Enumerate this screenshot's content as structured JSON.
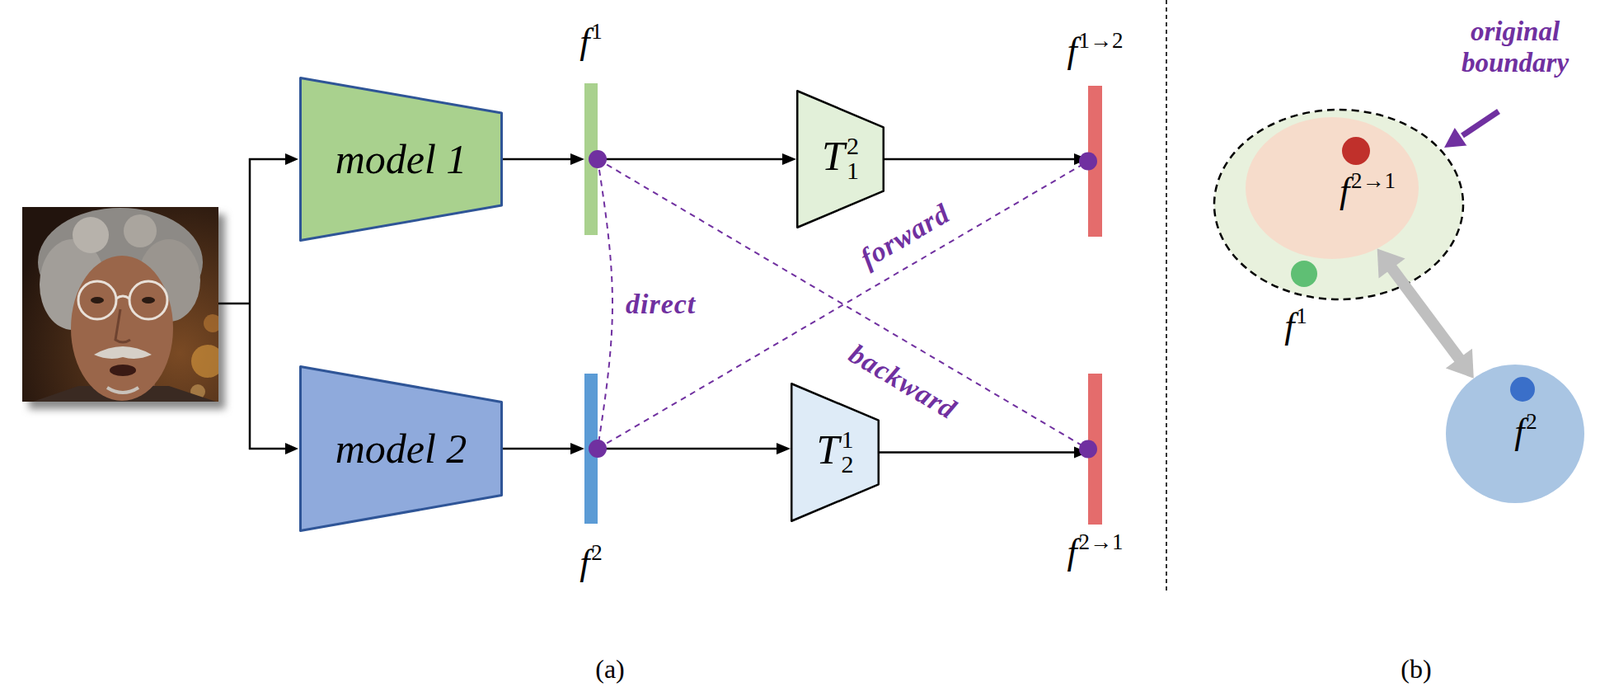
{
  "diagram": {
    "nodes": [
      {
        "text": [
          "model 1"
        ]
      },
      {
        "text": [
          "f1"
        ]
      },
      {
        "text": [
          "T12"
        ]
      },
      {
        "text": [
          "f1→2"
        ]
      },
      {
        "text": [
          "model 2"
        ]
      },
      {
        "text": [
          "f2"
        ]
      },
      {
        "text": [
          "T21"
        ]
      },
      {
        "text": [
          "f2→1"
        ]
      },
      {
        "text": [
          "f2→1"
        ]
      },
      {
        "text": [
          "f2"
        ]
      }
    ],
    "edges": [
      {
        "from": 0,
        "to": 1,
        "arrow": "to"
      },
      {
        "from": 1,
        "to": 2,
        "arrow": "to"
      },
      {
        "from": 2,
        "to": 3,
        "arrow": "to"
      },
      {
        "from": 4,
        "to": 5,
        "arrow": "to"
      },
      {
        "from": 5,
        "to": 6,
        "arrow": "to"
      },
      {
        "from": 6,
        "to": 7,
        "arrow": "to"
      },
      {
        "from": 1,
        "to": 5,
        "label": "direct",
        "arrow": "none"
      },
      {
        "from": 5,
        "to": 3,
        "label": "forward",
        "arrow": "none"
      },
      {
        "from": 1,
        "to": 7,
        "label": "backward",
        "arrow": "none"
      },
      {
        "from": 8,
        "to": 9,
        "arrow": "both"
      }
    ],
    "labels": [
      "original boundary",
      "f1",
      "(a)",
      "(b)"
    ]
  }
}
